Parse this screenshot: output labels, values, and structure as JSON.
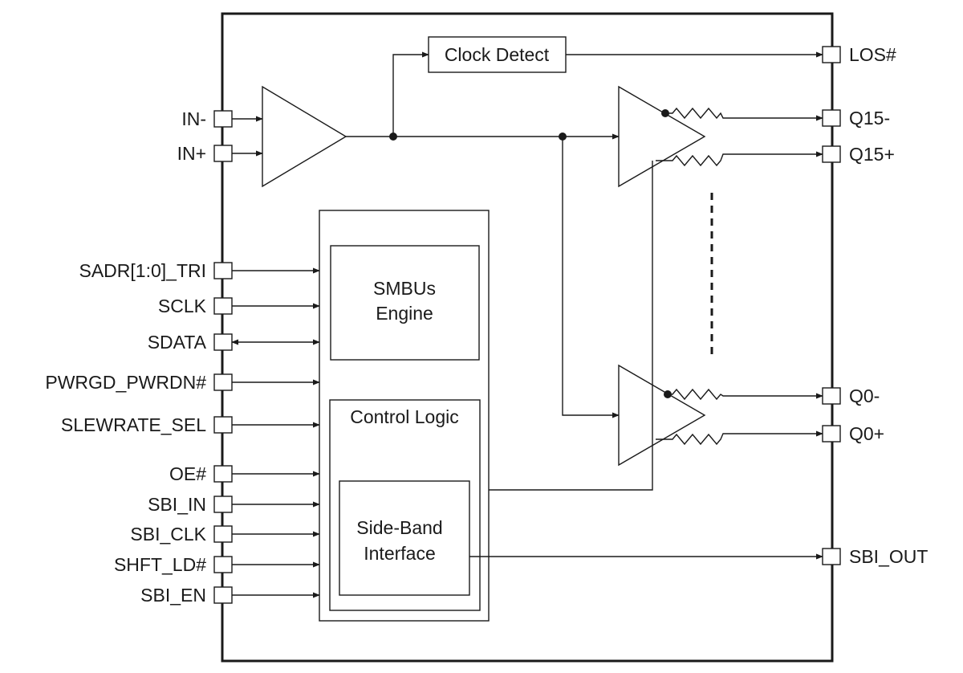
{
  "blocks": {
    "clock_detect": "Clock Detect",
    "smbus_line1": "SMBUs",
    "smbus_line2": "Engine",
    "control_logic": "Control Logic",
    "sideband_line1": "Side-Band",
    "sideband_line2": "Interface"
  },
  "left_pins": {
    "in_minus": "IN-",
    "in_plus": "IN+",
    "sadr": "SADR[1:0]_TRI",
    "sclk": "SCLK",
    "sdata": "SDATA",
    "pwrgd": "PWRGD_PWRDN#",
    "slewrate": "SLEWRATE_SEL",
    "oe": "OE#",
    "sbi_in": "SBI_IN",
    "sbi_clk": "SBI_CLK",
    "shft_ld": "SHFT_LD#",
    "sbi_en": "SBI_EN"
  },
  "right_pins": {
    "los": "LOS#",
    "q15_minus": "Q15-",
    "q15_plus": "Q15+",
    "q0_minus": "Q0-",
    "q0_plus": "Q0+",
    "sbi_out": "SBI_OUT"
  },
  "colors": {
    "line": "#1a1a1a",
    "background": "#ffffff"
  }
}
